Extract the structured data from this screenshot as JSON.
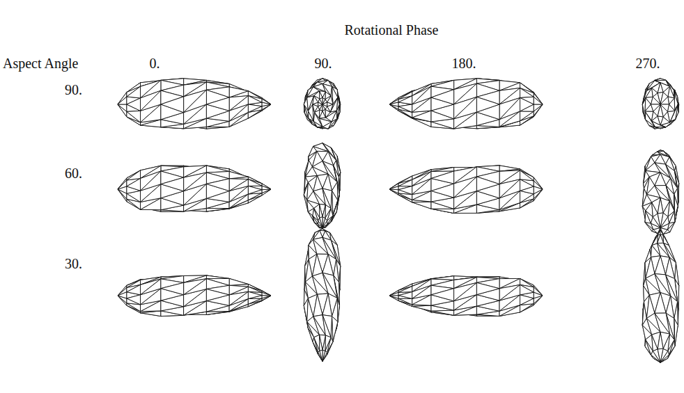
{
  "diagram": {
    "title": "Rotational Phase",
    "labels": [
      "Aspect Angle",
      "0.",
      "90.",
      "180.",
      "270.",
      "90.",
      "60.",
      "30."
    ]
  }
}
